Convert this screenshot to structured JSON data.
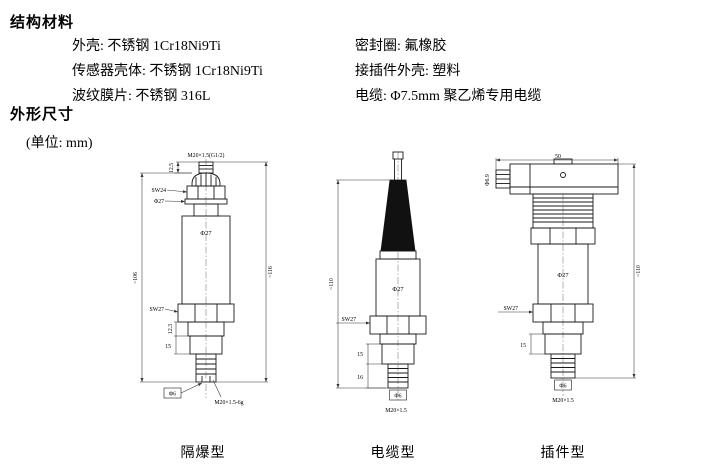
{
  "materials": {
    "title": "结构材料",
    "rows": [
      {
        "left": "外壳: 不锈钢 1Cr18Ni9Ti",
        "right": "密封圈: 氟橡胶"
      },
      {
        "left": "传感器壳体: 不锈钢 1Cr18Ni9Ti",
        "right": "接插件外壳: 塑料"
      },
      {
        "left": "波纹膜片: 不锈钢 316L",
        "right": "电缆: Φ7.5mm 聚乙烯专用电缆"
      }
    ]
  },
  "outline": {
    "title": "外形尺寸",
    "unit_note": "(单位: mm)"
  },
  "drawings": {
    "flameproof": {
      "caption": "隔爆型",
      "top_thread": "M20×1.5(G1/2)",
      "sw24": "SW24",
      "phi27_cap": "Φ27",
      "phi27_body": "Φ27",
      "sw27": "SW27",
      "dim_stud_top": "12.5",
      "dim_neck": "12.3",
      "dim_block": "15",
      "height_left": "~106",
      "height_right": "~116",
      "phi6": "Φ6",
      "bottom_thread": "M20×1.5-6g"
    },
    "cable": {
      "caption": "电缆型",
      "phi27_body": "Φ27",
      "sw27": "SW27",
      "dim_block": "15",
      "dim_stud": "16",
      "height_left": "~110",
      "phi6": "Φ6",
      "bottom_thread": "M20×1.5"
    },
    "plug": {
      "caption": "插件型",
      "connector_width": "50",
      "cable_entry": "Φ6.9",
      "phi27_body": "Φ27",
      "sw27": "SW27",
      "dim_block": "15",
      "height_right": "~110",
      "phi6": "Φ6",
      "bottom_thread": "M20×1.5"
    }
  }
}
